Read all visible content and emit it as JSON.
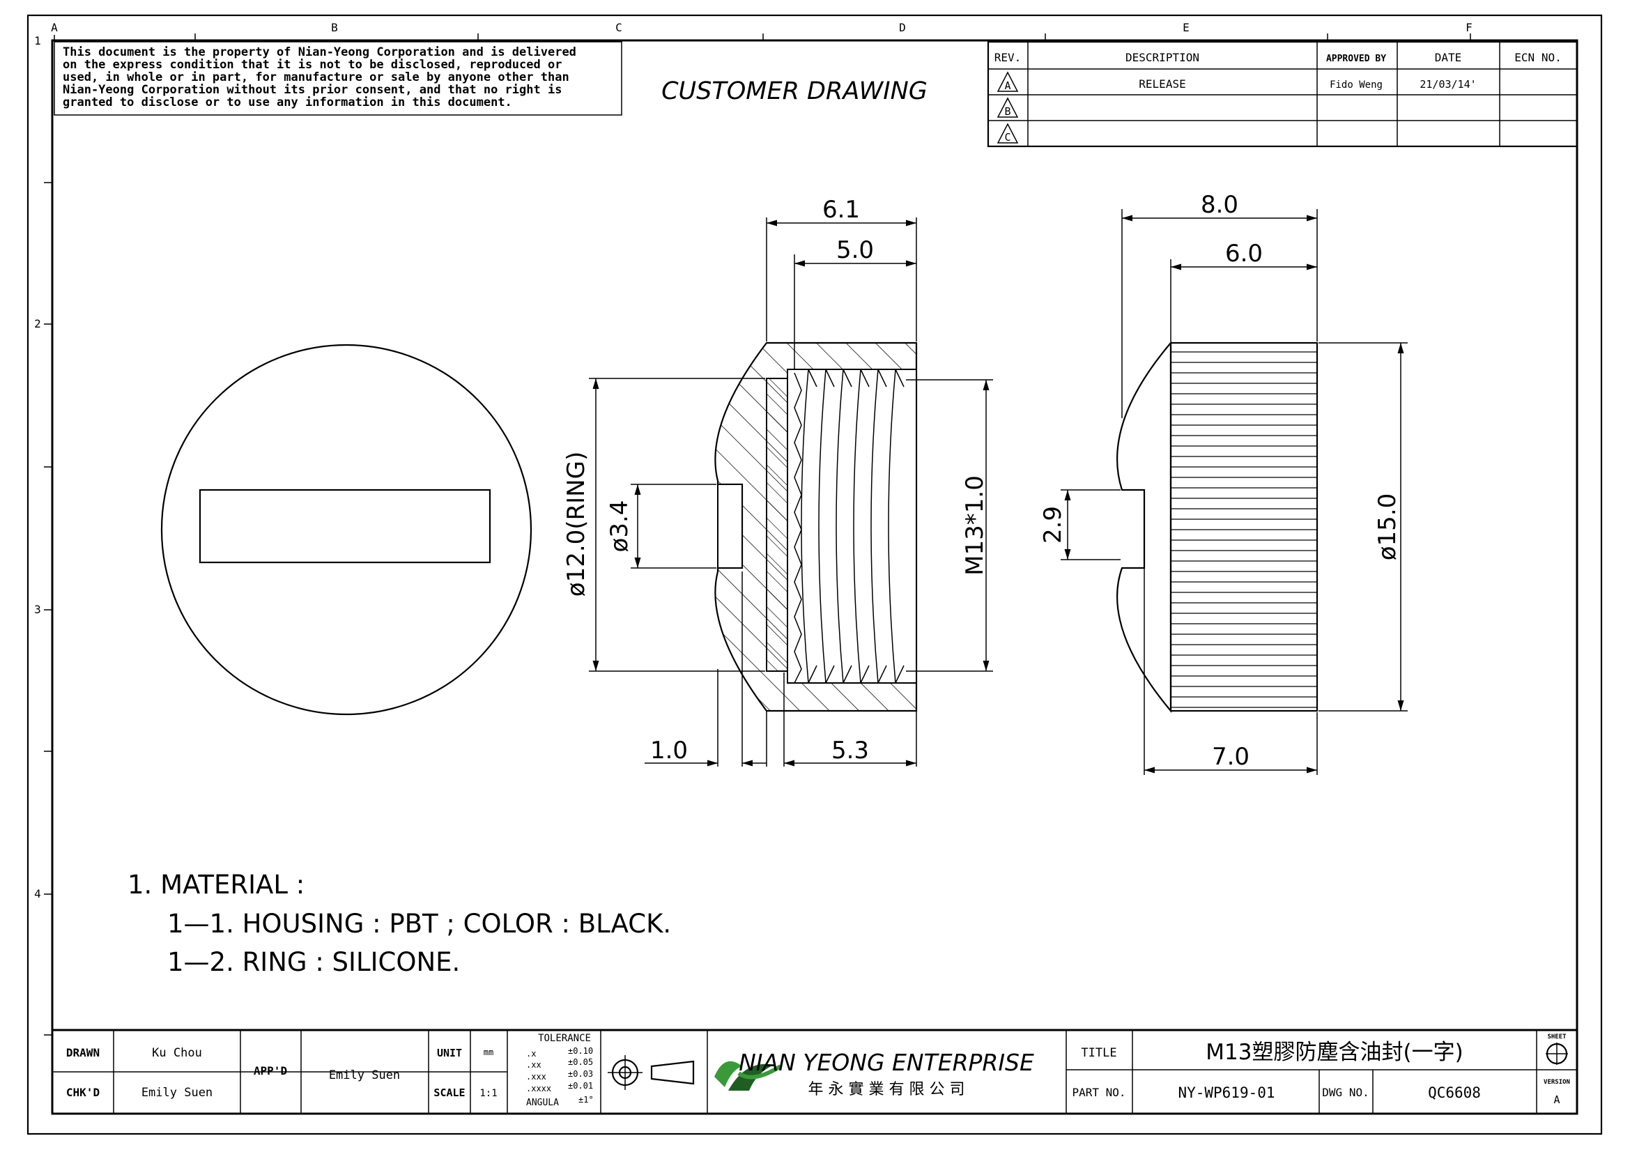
{
  "notice": [
    "This document is the property of Nian-Yeong Corporation and is delivered",
    "on  the  express condition that it is not to be disclosed, reproduced or",
    "used, in whole or in part, for manufacture or sale by anyone other than",
    "Nian-Yeong Corporation without  its prior consent, and that  no right  is",
    "granted to disclose or to use any information in this  document."
  ],
  "drawing_title": "CUSTOMER  DRAWING",
  "grid": {
    "columns": [
      "A",
      "B",
      "C",
      "D",
      "E",
      "F"
    ],
    "rows": [
      "1",
      "2",
      "3",
      "4"
    ]
  },
  "revision_table": {
    "headers": [
      "REV.",
      "DESCRIPTION",
      "APPROVED BY",
      "DATE",
      "ECN NO."
    ],
    "rows": [
      {
        "rev": "A",
        "description": "RELEASE",
        "approved": "Fido Weng",
        "date": "21/03/14'",
        "ecn": ""
      },
      {
        "rev": "B",
        "description": "",
        "approved": "",
        "date": "",
        "ecn": ""
      },
      {
        "rev": "C",
        "description": "",
        "approved": "",
        "date": "",
        "ecn": ""
      }
    ]
  },
  "dimensions": {
    "d_6_1": "6.1",
    "d_5_0": "5.0",
    "d_12_ring": "ø12.0(RING)",
    "d_3_4": "ø3.4",
    "d_m13": "M13*1.0",
    "d_1_0": "1.0",
    "d_5_3": "5.3",
    "d_8_0": "8.0",
    "d_6_0": "6.0",
    "d_2_9": "2.9",
    "d_15_0": "ø15.0",
    "d_7_0": "7.0"
  },
  "notes": [
    "1.  MATERIAL  :",
    "1—1.  HOUSING  :  PBT  ;  COLOR  :  BLACK.",
    "1—2.  RING  :  SILICONE."
  ],
  "title_block": {
    "drawn_label": "DRAWN",
    "drawn_value": "Ku Chou",
    "chkd_label": "CHK'D",
    "chkd_value": "Emily Suen",
    "app_label": "APP'D",
    "app_value": "Emily Suen",
    "unit_label": "UNIT",
    "unit_value": "mm",
    "scale_label": "SCALE",
    "scale_value": "1:1",
    "tolerance_title": "TOLERANCE",
    "tolerance_rows": [
      {
        "k": ".x",
        "v": "±0.10"
      },
      {
        "k": ".xx",
        "v": "±0.05"
      },
      {
        "k": ".xxx",
        "v": "±0.03"
      },
      {
        "k": ".xxxx",
        "v": "±0.01"
      },
      {
        "k": "ANGULA",
        "v": "±1°"
      }
    ],
    "company_en": "NIAN YEONG ENTERPRISE",
    "company_zh": "年 永 實 業 有 限 公 司",
    "title_label": "TITLE",
    "title_value": "M13塑膠防塵含油封(一字)",
    "part_no_label": "PART NO.",
    "part_no_value": "NY-WP619-01",
    "dwg_no_label": "DWG NO.",
    "dwg_no_value": "QC6608",
    "sheet_label": "SHEET",
    "version_label": "VERSION",
    "version_value": "A"
  },
  "colors": {
    "line": "#000000",
    "logo_green": "#3a9a3a",
    "logo_dark": "#1f5e22"
  }
}
